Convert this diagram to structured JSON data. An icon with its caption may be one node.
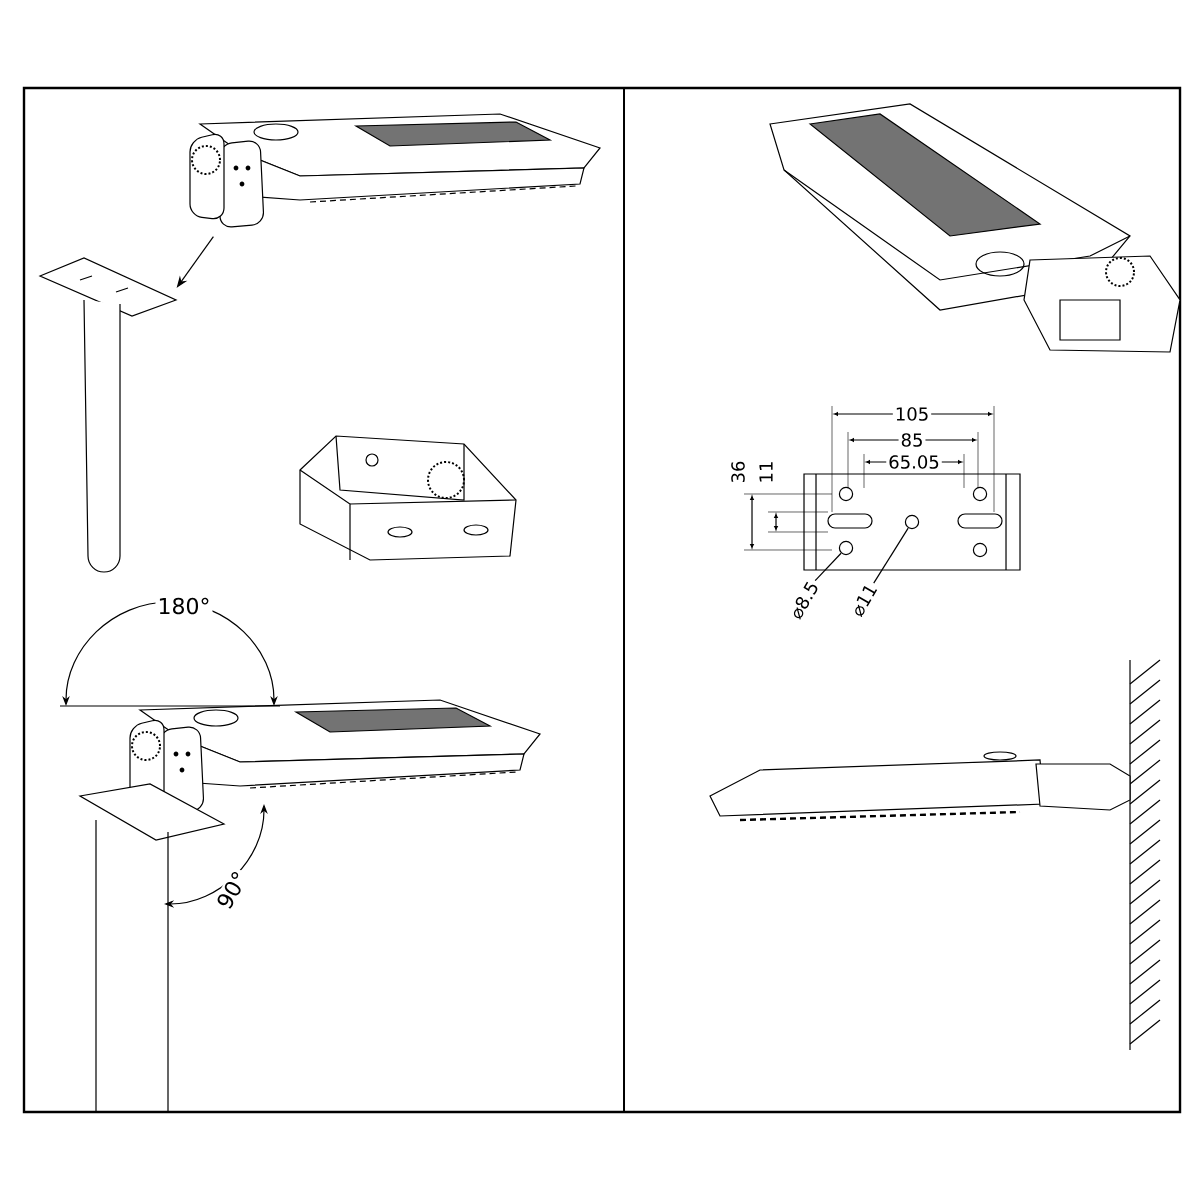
{
  "diagram": {
    "nodes": [
      {
        "text": [],
        "shape": "picture"
      },
      {
        "text": [],
        "shape": "picture"
      },
      {
        "text": [
          "⌀8.5"
        ]
      },
      {
        "text": [
          "⌀11"
        ]
      },
      {
        "text": [],
        "shape": "circle"
      },
      {
        "text": [],
        "shape": "circle"
      }
    ],
    "edges": [
      {
        "from": 0,
        "to": 1,
        "arrow": "to"
      },
      {
        "from": 2,
        "to": 4,
        "arrow": "none"
      },
      {
        "from": 3,
        "to": 5,
        "arrow": "none"
      }
    ],
    "labels": [
      "105",
      "85",
      "65.05",
      "36",
      "11",
      "180°",
      "90°"
    ]
  }
}
